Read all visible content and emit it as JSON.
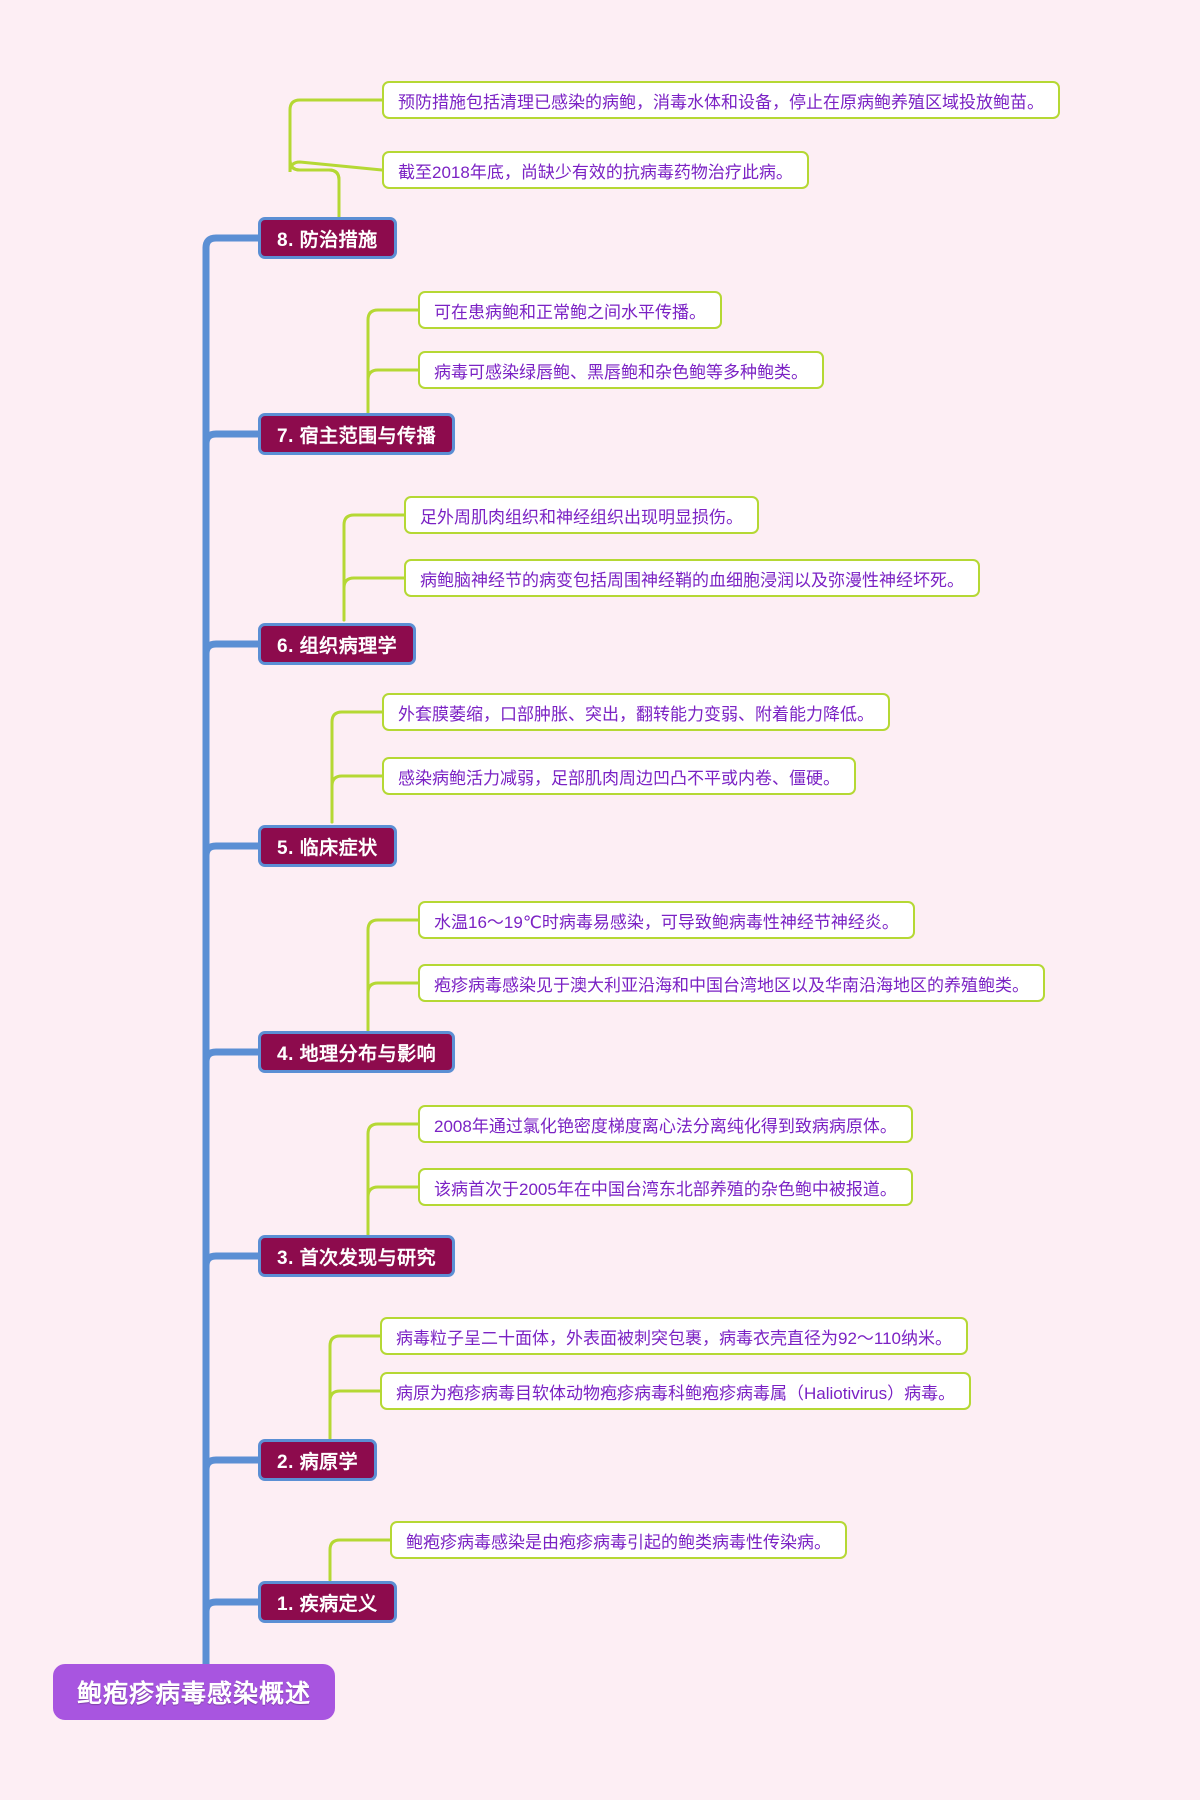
{
  "theme": {
    "background": "#fdeef4",
    "root_fill": "#a855e0",
    "branch_fill": "#8d0b4d",
    "branch_border": "#5b8fd4",
    "leaf_fill": "#ffffff",
    "leaf_border": "#b5d834",
    "leaf_text": "#7b22c4",
    "trunk_line": "#5b8fd4",
    "leaf_line": "#b5d834"
  },
  "root": {
    "label": "鲍疱疹病毒感染概述"
  },
  "branches": [
    {
      "id": "b8",
      "label": "8. 防治措施",
      "leaves": [
        {
          "text": "预防措施包括清理已感染的病鲍，消毒水体和设备，停止在原病鲍养殖区域投放鲍苗。"
        },
        {
          "text": "截至2018年底，尚缺少有效的抗病毒药物治疗此病。"
        }
      ]
    },
    {
      "id": "b7",
      "label": "7. 宿主范围与传播",
      "leaves": [
        {
          "text": "可在患病鲍和正常鲍之间水平传播。"
        },
        {
          "text": "病毒可感染绿唇鲍、黑唇鲍和杂色鲍等多种鲍类。"
        }
      ]
    },
    {
      "id": "b6",
      "label": "6. 组织病理学",
      "leaves": [
        {
          "text": "足外周肌肉组织和神经组织出现明显损伤。"
        },
        {
          "text": "病鲍脑神经节的病变包括周围神经鞘的血细胞浸润以及弥漫性神经坏死。"
        }
      ]
    },
    {
      "id": "b5",
      "label": "5. 临床症状",
      "leaves": [
        {
          "text": "外套膜萎缩，口部肿胀、突出，翻转能力变弱、附着能力降低。"
        },
        {
          "text": "感染病鲍活力减弱，足部肌肉周边凹凸不平或内卷、僵硬。"
        }
      ]
    },
    {
      "id": "b4",
      "label": "4. 地理分布与影响",
      "leaves": [
        {
          "text": "水温16～19℃时病毒易感染，可导致鲍病毒性神经节神经炎。"
        },
        {
          "text": "疱疹病毒感染见于澳大利亚沿海和中国台湾地区以及华南沿海地区的养殖鲍类。"
        }
      ]
    },
    {
      "id": "b3",
      "label": "3. 首次发现与研究",
      "leaves": [
        {
          "text": "2008年通过氯化铯密度梯度离心法分离纯化得到致病病原体。"
        },
        {
          "text": "该病首次于2005年在中国台湾东北部养殖的杂色鲍中被报道。"
        }
      ]
    },
    {
      "id": "b2",
      "label": "2. 病原学",
      "leaves": [
        {
          "text": "病毒粒子呈二十面体，外表面被刺突包裹，病毒衣壳直径为92～110纳米。"
        },
        {
          "text": "病原为疱疹病毒目软体动物疱疹病毒科鲍疱疹病毒属（Haliotivirus）病毒。"
        }
      ]
    },
    {
      "id": "b1",
      "label": "1. 疾病定义",
      "leaves": [
        {
          "text": "鲍疱疹病毒感染是由疱疹病毒引起的鲍类病毒性传染病。"
        }
      ]
    }
  ]
}
